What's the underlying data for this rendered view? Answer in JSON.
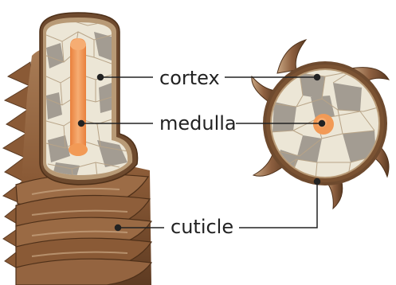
{
  "labels": {
    "cortex": "cortex",
    "medulla": "medulla",
    "cuticle": "cuticle"
  },
  "colors": {
    "cuticle_dark": "#5a3a22",
    "cuticle_mid": "#8a5a36",
    "cuticle_light": "#b8926a",
    "cortex_light": "#ece6d6",
    "cortex_grey": "#a39c92",
    "cell_line": "#b8a488",
    "medulla": "#f29a56",
    "pointer": "#222222"
  }
}
